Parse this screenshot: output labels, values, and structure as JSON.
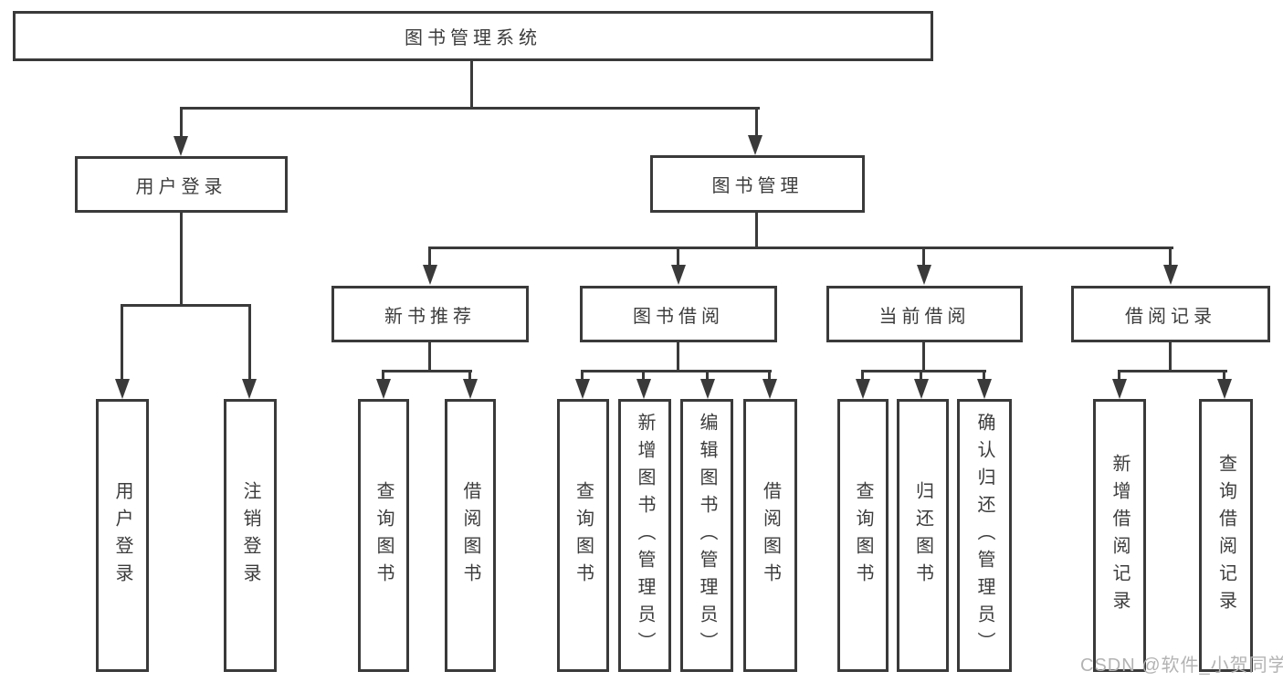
{
  "diagram": {
    "root": {
      "label": "图书管理系统",
      "children": [
        {
          "label": "用户登录",
          "children": [
            {
              "label": "用户登录"
            },
            {
              "label": "注销登录"
            }
          ]
        },
        {
          "label": "图书管理",
          "children": [
            {
              "label": "新书推荐",
              "children": [
                {
                  "label": "查询图书"
                },
                {
                  "label": "借阅图书"
                }
              ]
            },
            {
              "label": "图书借阅",
              "children": [
                {
                  "label": "查询图书"
                },
                {
                  "label": "新增图书（管理员）"
                },
                {
                  "label": "编辑图书（管理员）"
                },
                {
                  "label": "借阅图书"
                }
              ]
            },
            {
              "label": "当前借阅",
              "children": [
                {
                  "label": "查询图书"
                },
                {
                  "label": "归还图书"
                },
                {
                  "label": "确认归还（管理员）"
                }
              ]
            },
            {
              "label": "借阅记录",
              "children": [
                {
                  "label": "新增借阅记录"
                },
                {
                  "label": "查询借阅记录"
                }
              ]
            }
          ]
        }
      ]
    },
    "watermark": "CSDN @软件_小贺同学",
    "colors": {
      "line": "#3a3a3a",
      "text": "#3c3c3c",
      "background": "#ffffff",
      "watermark": "#b3b3b3"
    }
  }
}
